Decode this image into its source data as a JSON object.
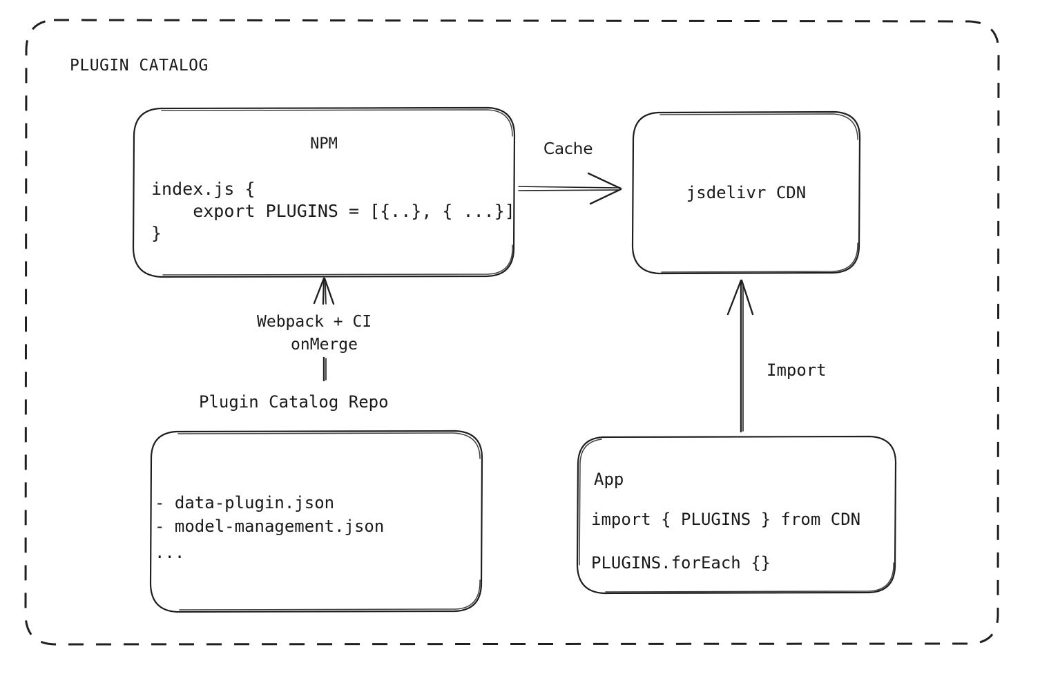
{
  "diagram": {
    "title": "PLUGIN CATALOG",
    "container": {
      "style": "dashed-rounded-rectangle",
      "border_color": "#1f1f1f"
    },
    "nodes": [
      {
        "id": "npm",
        "title": "NPM",
        "code_lines": [
          "index.js {",
          "    export PLUGINS = [{..}, { ...}]",
          "}"
        ]
      },
      {
        "id": "cdn",
        "title": "jsdelivr CDN",
        "code_lines": []
      },
      {
        "id": "repo",
        "caption": "Plugin Catalog Repo",
        "code_lines": [
          "- data-plugin.json",
          "- model-management.json",
          "..."
        ]
      },
      {
        "id": "app",
        "title": "App",
        "code_lines": [
          "import { PLUGINS } from CDN",
          "PLUGINS.forEach {}"
        ]
      }
    ],
    "edges": [
      {
        "id": "npm-to-cdn",
        "label": "Cache",
        "from": "npm",
        "to": "cdn",
        "direction": "right"
      },
      {
        "id": "repo-to-npm",
        "label_line1": "Webpack + CI",
        "label_line2": "onMerge",
        "from": "repo",
        "to": "npm",
        "direction": "up"
      },
      {
        "id": "app-to-cdn",
        "label": "Import",
        "from": "app",
        "to": "cdn",
        "direction": "up"
      }
    ]
  },
  "colors": {
    "ink": "#1a1a1a",
    "stroke": "#1f1f1f",
    "background": "#ffffff"
  }
}
